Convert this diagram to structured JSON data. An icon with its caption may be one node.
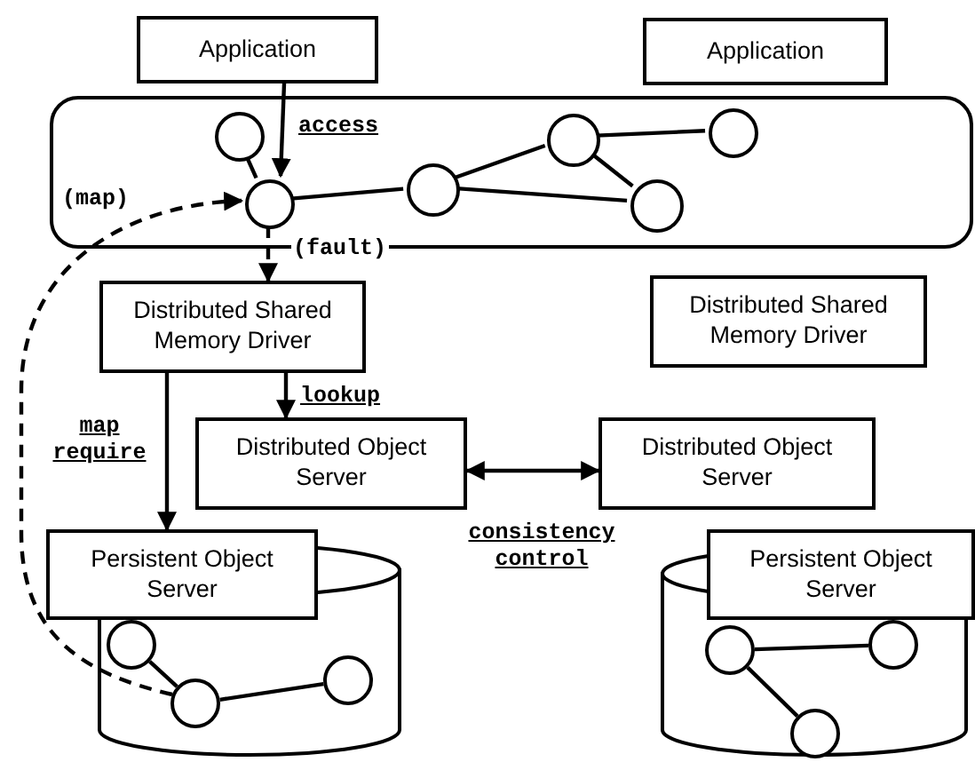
{
  "diagram": {
    "nodes": [
      {
        "text": [
          "Application"
        ]
      },
      {
        "text": [
          "Application"
        ]
      },
      {
        "text": [],
        "shape": "box"
      },
      {
        "text": [],
        "shape": "circle",
        "in": 2
      },
      {
        "text": [],
        "shape": "circle",
        "in": 2
      },
      {
        "text": [],
        "shape": "circle",
        "in": 2
      },
      {
        "text": [],
        "shape": "circle",
        "in": 2
      },
      {
        "text": [],
        "shape": "circle",
        "in": 2
      },
      {
        "text": [],
        "shape": "circle",
        "in": 2
      },
      {
        "text": [
          "Distributed Shared Memory Driver"
        ]
      },
      {
        "text": [
          "Distributed Shared Memory Driver"
        ]
      },
      {
        "text": [
          "Distributed Object Server"
        ]
      },
      {
        "text": [
          "Distributed Object Server"
        ]
      },
      {
        "text": [],
        "shape": "cylinder"
      },
      {
        "text": [
          "Persistent Object Server"
        ]
      },
      {
        "text": [],
        "shape": "circle",
        "in": 13
      },
      {
        "text": [],
        "shape": "circle",
        "in": 13
      },
      {
        "text": [],
        "shape": "circle",
        "in": 13
      },
      {
        "text": [],
        "shape": "cylinder"
      },
      {
        "text": [
          "Persistent Object Server"
        ]
      },
      {
        "text": [],
        "shape": "circle",
        "in": 18
      },
      {
        "text": [],
        "shape": "circle",
        "in": 18
      },
      {
        "text": [],
        "shape": "circle",
        "in": 18
      }
    ],
    "edges": [
      {
        "from": 0,
        "to": 4,
        "arrow": "to",
        "label": "access"
      },
      {
        "from": 3,
        "to": 4,
        "arrow": "none"
      },
      {
        "from": 4,
        "to": 5,
        "arrow": "none"
      },
      {
        "from": 5,
        "to": 6,
        "arrow": "none"
      },
      {
        "from": 5,
        "to": 8,
        "arrow": "none"
      },
      {
        "from": 6,
        "to": 7,
        "arrow": "none"
      },
      {
        "from": 6,
        "to": 8,
        "arrow": "none"
      },
      {
        "from": 4,
        "to": 9,
        "arrow": "to",
        "label": "(fault)",
        "style": "dashed"
      },
      {
        "from": 9,
        "to": 11,
        "arrow": "to",
        "label": "lookup"
      },
      {
        "from": 9,
        "to": 14,
        "arrow": "to",
        "label": "map require"
      },
      {
        "from": 11,
        "to": 12,
        "arrow": "both",
        "label": "consistency control"
      },
      {
        "from": 16,
        "to": 4,
        "arrow": "to",
        "label": "(map)",
        "style": "dashed"
      },
      {
        "from": 15,
        "to": 16,
        "arrow": "none"
      },
      {
        "from": 16,
        "to": 17,
        "arrow": "none"
      },
      {
        "from": 20,
        "to": 21,
        "arrow": "none"
      },
      {
        "from": 20,
        "to": 22,
        "arrow": "none"
      }
    ]
  }
}
